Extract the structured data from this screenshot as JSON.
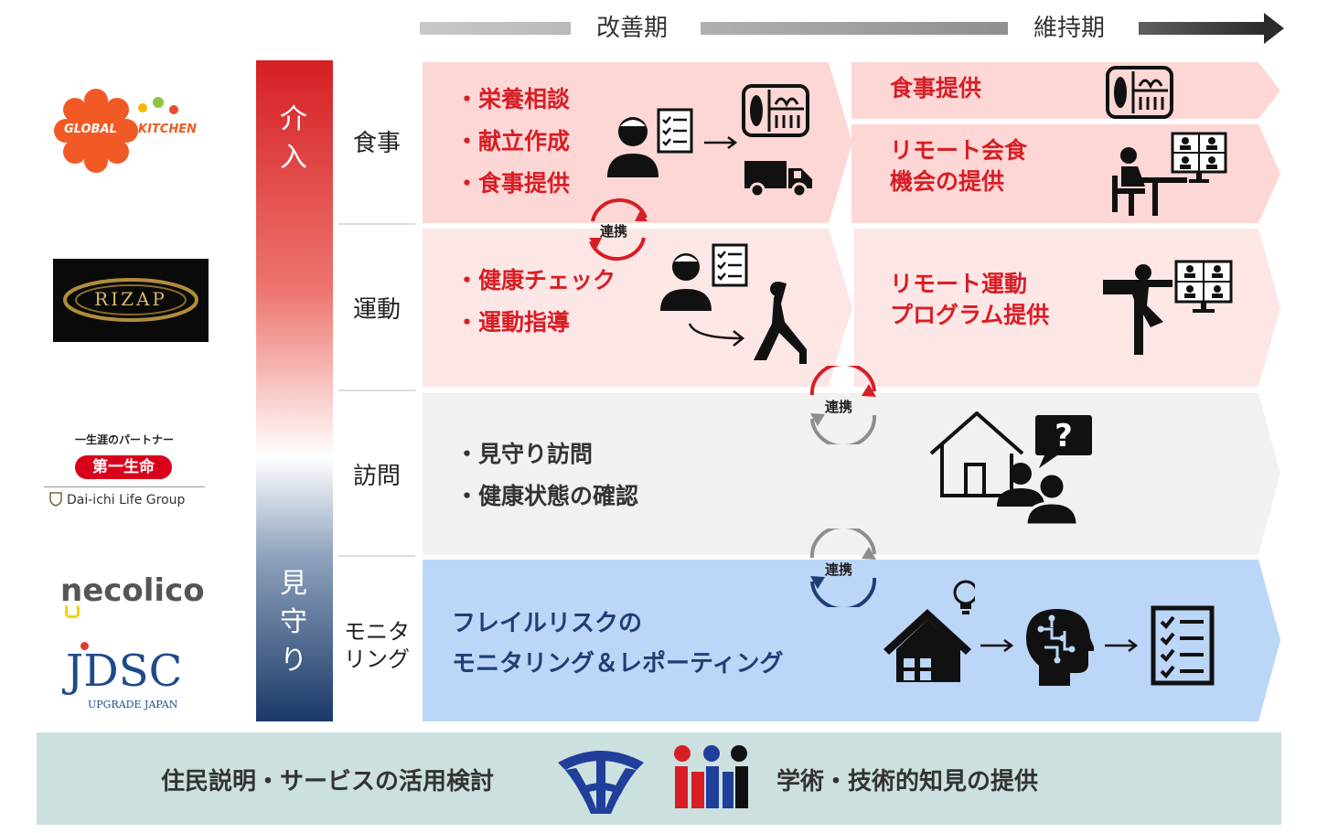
{
  "phases": {
    "improve": "改善期",
    "maintain": "維持期"
  },
  "gradient": {
    "top": "介入",
    "bottom": "見守り"
  },
  "rows": [
    {
      "label": "食事"
    },
    {
      "label": "運動"
    },
    {
      "label": "訪問"
    },
    {
      "label": "モニタリング",
      "line1": "モニタ",
      "line2": "リング"
    }
  ],
  "meal": {
    "items": [
      "・栄養相談",
      "・献立作成",
      "・食事提供"
    ]
  },
  "meal_right": {
    "top": "食事提供",
    "bottom_line1": "リモート会食",
    "bottom_line2": "機会の提供"
  },
  "exercise": {
    "items": [
      "・健康チェック",
      "・運動指導"
    ]
  },
  "exercise_right": {
    "line1": "リモート運動",
    "line2": "プログラム提供"
  },
  "visit": {
    "items": [
      "・見守り訪問",
      "・健康状態の確認"
    ]
  },
  "monitor": {
    "line1": "フレイルリスクの",
    "line2": "モニタリング＆レポーティング"
  },
  "link_label": "連携",
  "partners": {
    "global_kitchen": {
      "global": "GLOBAL",
      "kitchen": "KITCHEN"
    },
    "rizap": "RIZAP",
    "daiichi": {
      "tagline": "一生涯のパートナー",
      "name": "第一生命",
      "group": "Dai-ichi Life Group"
    },
    "necolico": "necolico",
    "jdsc": {
      "name": "JDSC",
      "sub": "UPGRADE JAPAN"
    }
  },
  "footer": {
    "left": "住民説明・サービスの活用検討",
    "right": "学術・技術的知見の提供"
  },
  "colors": {
    "red": "#d81e25",
    "navy": "#1f3f73",
    "meal_bg": "#fdd7d6",
    "exercise_bg": "#fde6e6",
    "visit_bg": "#f1f1f1",
    "monitor_bg": "#bcd6f8",
    "footer_bg": "#cde0e0"
  }
}
